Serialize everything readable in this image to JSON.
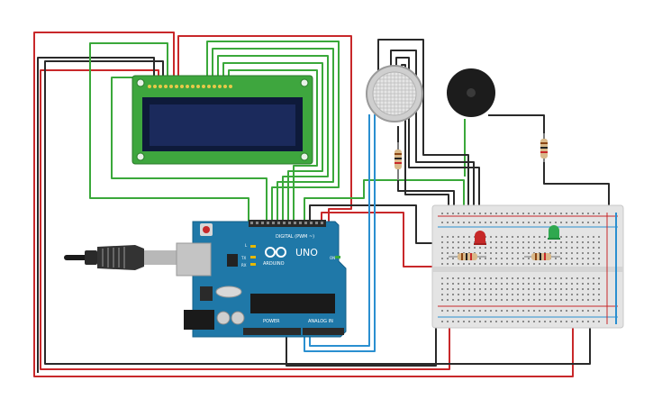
{
  "board": {
    "brand": "UNO",
    "digital_label": "DIGITAL (PWM ~)",
    "power_label": "POWER",
    "analog_label": "ANALOG IN",
    "led_l": "L",
    "led_tx": "TX",
    "led_rx": "RX",
    "on_label": "ON",
    "arduino_label": "ARDUINO"
  },
  "colors": {
    "wire_red": "#c8282a",
    "wire_black": "#2a2a2a",
    "wire_green": "#3aa83a",
    "wire_blue": "#2a8fd0",
    "board_teal": "#1f78a8",
    "lcd_green": "#3ea63e",
    "lcd_screen": "#1b2a5c",
    "breadboard": "#e4e4e4",
    "led_red": "#c62828",
    "led_green": "#2fa84f"
  },
  "components": [
    "lcd-16x2",
    "arduino-uno",
    "gas-sensor",
    "piezo-buzzer",
    "breadboard",
    "led-red",
    "led-green",
    "resistor"
  ]
}
